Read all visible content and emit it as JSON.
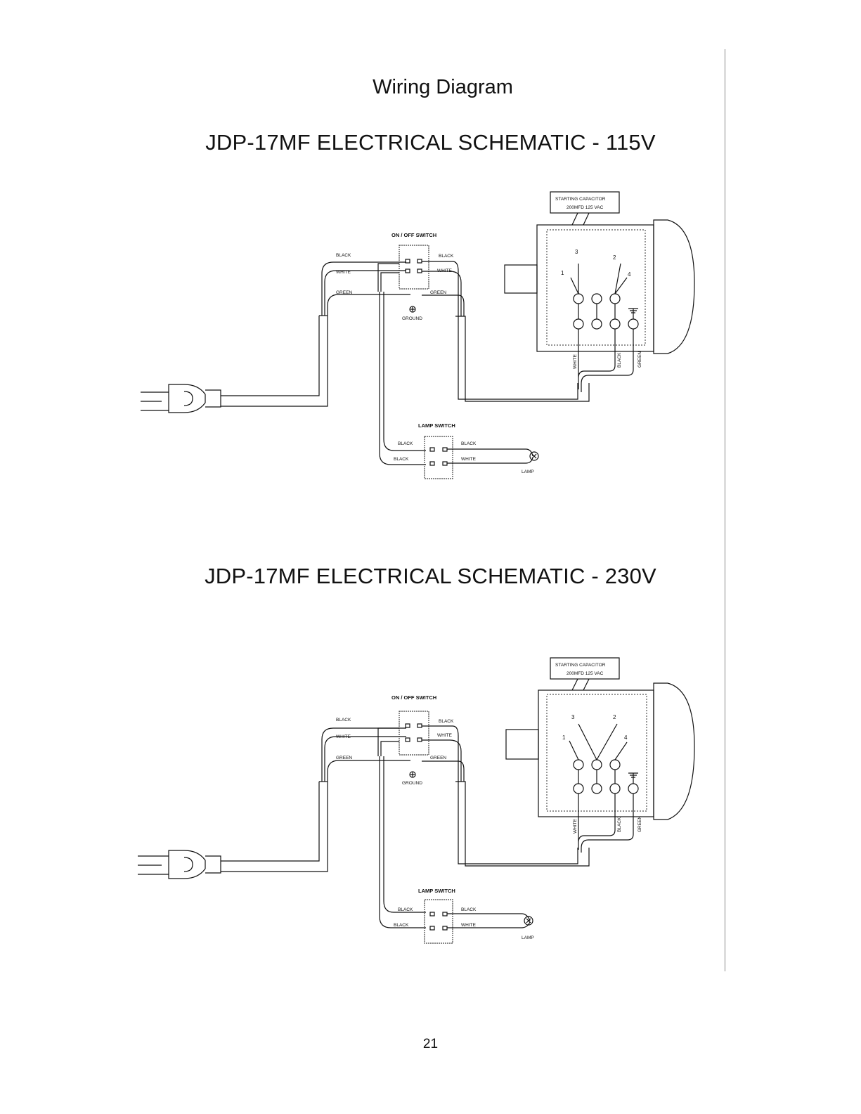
{
  "page": {
    "title": "Wiring Diagram",
    "page_number": "21"
  },
  "schematics": [
    {
      "title": "JDP-17MF ELECTRICAL SCHEMATIC - 115V",
      "labels": {
        "on_off_switch": "ON / OFF SWITCH",
        "black_in": "BLACK",
        "white_in": "WHITE",
        "green_in": "GREEN",
        "black_out": "BLACK",
        "white_out": "WHITE",
        "green_out": "GREEN",
        "ground": "GROUND",
        "lamp_switch": "LAMP SWITCH",
        "lamp_black_in1": "BLACK",
        "lamp_black_in2": "BLACK",
        "lamp_black_out": "BLACK",
        "lamp_white_out": "WHITE",
        "lamp": "LAMP",
        "capacitor_line1": "STARTING CAPACITOR",
        "capacitor_line2": "200MFD 125 VAC",
        "terminal_1": "1",
        "terminal_2": "2",
        "terminal_3": "3",
        "terminal_4": "4",
        "motor_white": "WHITE",
        "motor_black": "BLACK",
        "motor_green": "GREEN"
      }
    },
    {
      "title": "JDP-17MF ELECTRICAL SCHEMATIC - 230V",
      "labels": {
        "on_off_switch": "ON / OFF SWITCH",
        "black_in": "BLACK",
        "white_in": "WHITE",
        "green_in": "GREEN",
        "black_out": "BLACK",
        "white_out": "WHITE",
        "green_out": "GREEN",
        "ground": "GROUND",
        "lamp_switch": "LAMP SWITCH",
        "lamp_black_in1": "BLACK",
        "lamp_black_in2": "BLACK",
        "lamp_black_out": "BLACK",
        "lamp_white_out": "WHITE",
        "lamp": "LAMP",
        "capacitor_line1": "STARTING CAPACITOR",
        "capacitor_line2": "200MFD 125 VAC",
        "terminal_1": "1",
        "terminal_2": "2",
        "terminal_3": "3",
        "terminal_4": "4",
        "motor_white": "WHITE",
        "motor_black": "BLACK",
        "motor_green": "GREEN"
      }
    }
  ]
}
